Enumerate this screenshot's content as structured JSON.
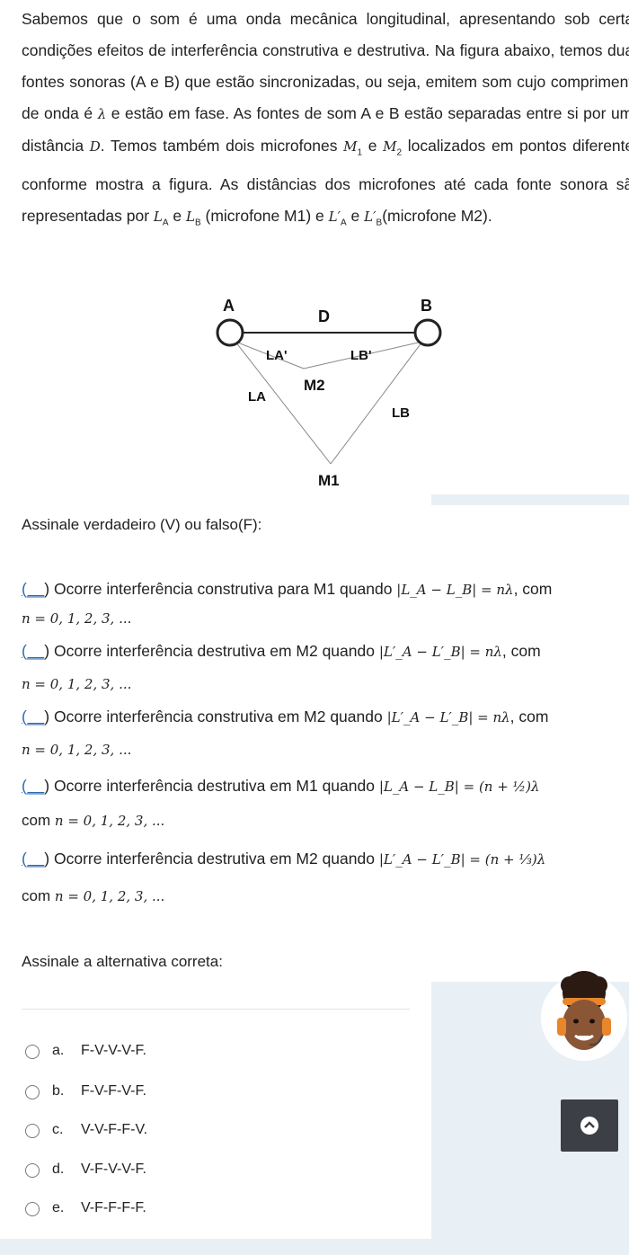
{
  "intro": {
    "t1": "Sabemos que o som é uma onda mecânica longitudinal, apresentando sob certas condições efeitos de interferência construtiva e destrutiva. Na figura abaixo, temos duas fontes sonoras (A e B) que estão sincronizadas, ou seja, emitem som cujo comprimento de onda é ",
    "lambda": "λ",
    "t2": " e estão em fase. As fontes de som A e B estão separadas entre si por uma distância ",
    "D": "D",
    "t3": ". Temos também dois microfones ",
    "M1": "M",
    "M1sub": "1",
    "t4": " e ",
    "M2": "M",
    "M2sub": "2",
    "t5": " localizados em pontos diferentes conforme mostra a figura. As distâncias dos microfones até cada fonte sonora são representadas por ",
    "LA": "L",
    "LAsub": "A",
    "t6": " e ",
    "LB": "L",
    "LBsub": "B",
    "t7": " (microfone M1) e ",
    "LAp": "L′",
    "LApsub": "A",
    "t8": " e ",
    "LBp": "L′",
    "LBpsub": "B",
    "t9": "(microfone M2)."
  },
  "diagram": {
    "A": "A",
    "B": "B",
    "D": "D",
    "LAprime": "LA'",
    "LBprime": "LB'",
    "M2": "M2",
    "LA": "LA",
    "LB": "LB",
    "M1": "M1"
  },
  "prompt_vf": "Assinale verdadeiro (V) ou falso(F):",
  "statements": [
    {
      "blank": "(__",
      "text": ") Ocorre interferência construtiva para M1 quando ",
      "formula": "|L_A − L_B| = nλ",
      "tail": ", com",
      "line2": "n = 0, 1, 2, 3, ..."
    },
    {
      "blank": "(__",
      "text": ") Ocorre interferência destrutiva em M2 quando  ",
      "formula": "|L′_A − L′_B| = nλ",
      "tail": ", com",
      "line2": "n = 0, 1, 2, 3, ..."
    },
    {
      "blank": "(__",
      "text": ") Ocorre interferência construtiva em M2 quando ",
      "formula": "|L′_A − L′_B| = nλ",
      "tail": ", com",
      "line2": "n = 0, 1, 2, 3, ..."
    },
    {
      "blank": "(__",
      "text": ") Ocorre interferência destrutiva em M1 quando ",
      "formula": "|L_A − L_B| = (n + ½)λ",
      "tail": "",
      "line2_prefix": "com",
      "line2": "n = 0, 1, 2, 3, ..."
    },
    {
      "blank": "(__",
      "text": ") Ocorre interferência destrutiva em M2 quando  ",
      "formula": "|L′_A − L′_B| = (n + ⅓)λ",
      "tail": "",
      "line2_prefix": "com",
      "line2": "n = 0, 1, 2, 3, ..."
    }
  ],
  "prompt_alt": "Assinale a alternativa correta:",
  "options": [
    {
      "letter": "a.",
      "text": "F-V-V-V-F."
    },
    {
      "letter": "b.",
      "text": "F-V-F-V-F."
    },
    {
      "letter": "c.",
      "text": "V-V-F-F-V."
    },
    {
      "letter": "d.",
      "text": "V-F-V-V-F."
    },
    {
      "letter": "e.",
      "text": "V-F-F-F-F."
    }
  ]
}
